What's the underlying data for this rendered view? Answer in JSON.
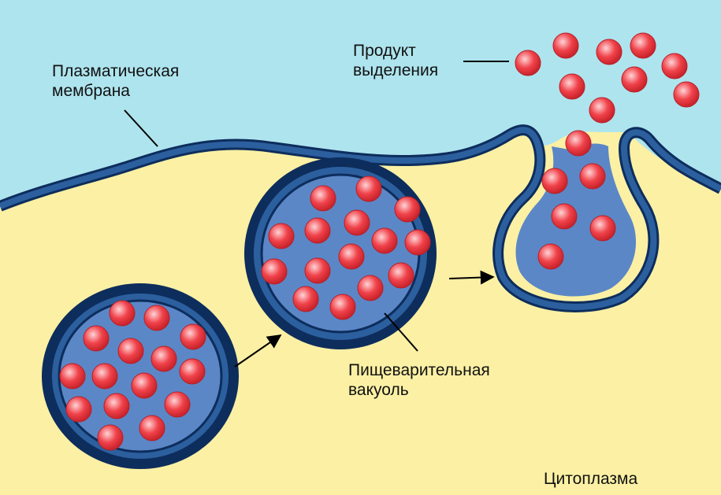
{
  "labels": {
    "membrane": [
      "Плазматическая",
      "мембрана"
    ],
    "secretion_product": [
      "Продукт",
      "выделения"
    ],
    "digestive_vacuole": [
      "Пищеварительная",
      "вакуоль"
    ],
    "cytoplasm": "Цитоплазма"
  },
  "colors": {
    "extracellular": "#aee4ee",
    "cytoplasm": "#fbf0a4",
    "membrane_outline": "#0d2d5c",
    "membrane_fill": "#2c5f9e",
    "vacuole_interior": "#5b87c7",
    "particle": "#f0424a",
    "particle_highlight": "#ffd4d6",
    "leader_line": "#000000"
  },
  "icons": {
    "particle": "secretion-particle-icon",
    "arrow": "arrow-icon"
  }
}
